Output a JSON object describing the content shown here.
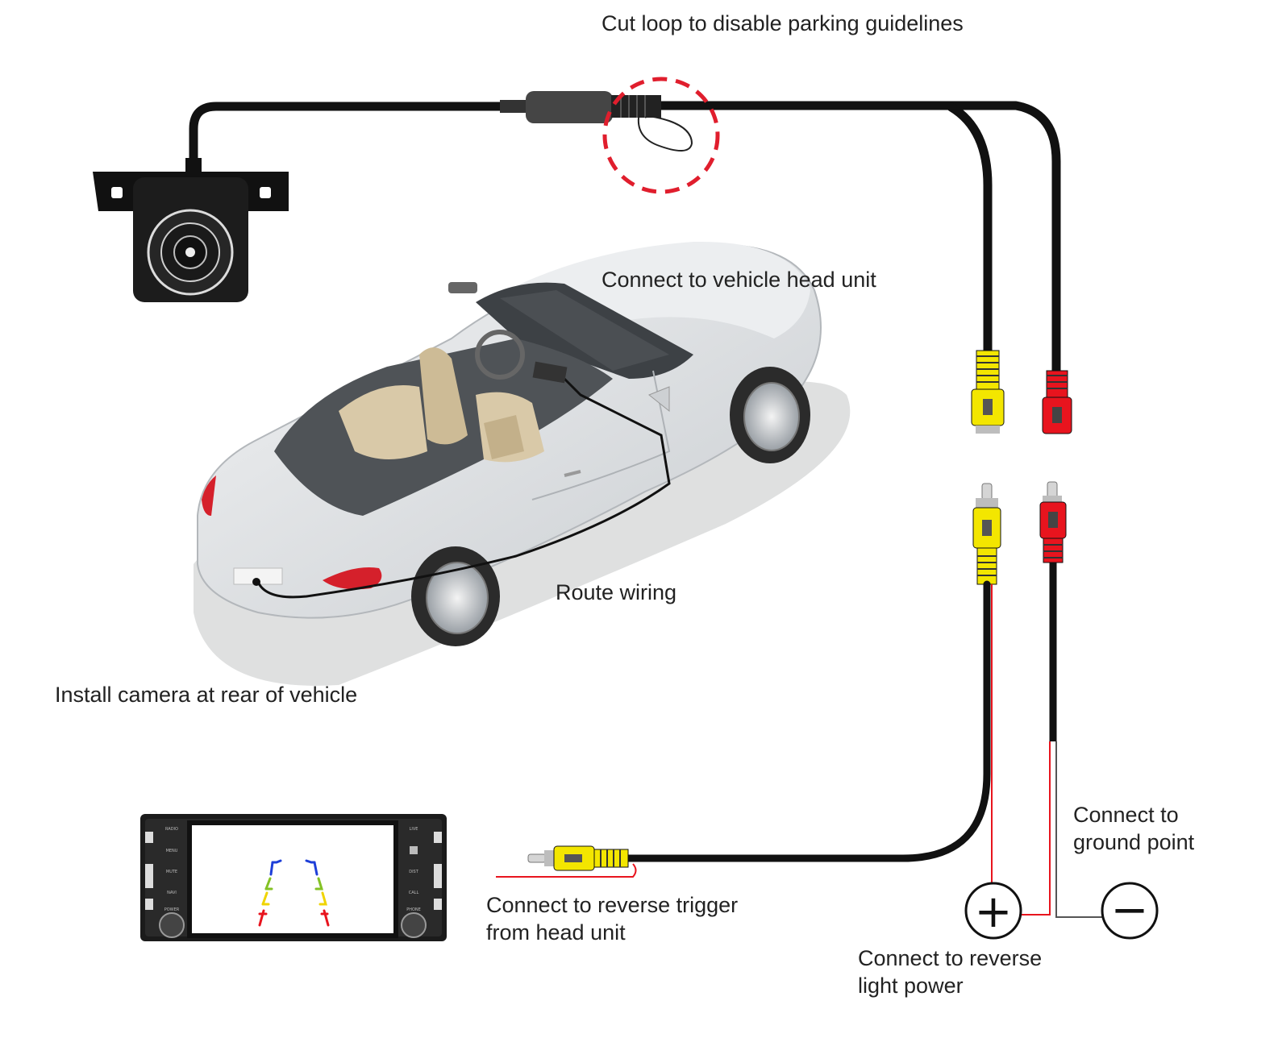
{
  "labels": {
    "cut_loop": "Cut loop to disable parking guidelines",
    "head_unit": "Connect to vehicle head unit",
    "route_wiring": "Route wiring",
    "install_camera": "Install camera at rear of vehicle",
    "reverse_trigger_line1": "Connect to reverse trigger",
    "reverse_trigger_line2": "from head unit",
    "reverse_light_line1": "Connect to reverse",
    "reverse_light_line2": "light power",
    "ground_line1": "Connect to",
    "ground_line2": "ground point"
  },
  "symbols": {
    "plus": "+",
    "minus": "−"
  },
  "screen_buttons_left": [
    "RADIO",
    "MENU",
    "MUTE",
    "NAVI",
    "POWER"
  ],
  "screen_buttons_right": [
    "LIVE",
    "",
    "DIST",
    "CALL",
    "PHONE"
  ],
  "colors": {
    "cable": "#111111",
    "rca_yellow": "#f3e600",
    "rca_red": "#e8141e",
    "dash_red": "#e01e2d",
    "car_body": "#e3e5e7",
    "interior": "#d9c9a8"
  }
}
